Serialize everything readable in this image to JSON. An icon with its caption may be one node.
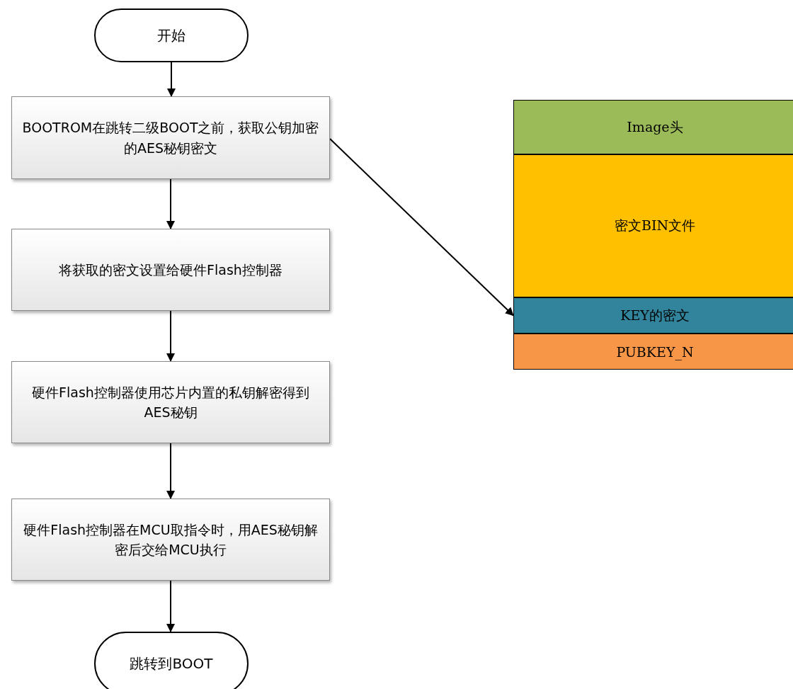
{
  "diagram": {
    "nodes": [
      {
        "text": [
          "开始"
        ]
      },
      {
        "text": [
          "BOOTROM在跳转二级BOOT之前，获取公钥加密的AES秘钥密文"
        ]
      },
      {
        "text": [
          "将获取的密文设置给硬件Flash控制器"
        ]
      },
      {
        "text": [
          "硬件Flash控制器使用芯片内置的私钥解密得到AES秘钥"
        ]
      },
      {
        "text": [
          "硬件Flash控制器在MCU取指令时，用AES秘钥解密后交给MCU执行"
        ]
      },
      {
        "text": [
          "跳转到BOOT"
        ]
      },
      {
        "text": [
          "Image头"
        ]
      },
      {
        "text": [
          "密文BIN文件"
        ]
      },
      {
        "text": [
          "KEY的密文"
        ]
      },
      {
        "text": [
          "PUBKEY_N"
        ]
      }
    ],
    "edges": [
      {
        "from": 0,
        "to": 1,
        "arrow": "to"
      },
      {
        "from": 1,
        "to": 2,
        "arrow": "to"
      },
      {
        "from": 2,
        "to": 3,
        "arrow": "to"
      },
      {
        "from": 3,
        "to": 4,
        "arrow": "to"
      },
      {
        "from": 4,
        "to": 5,
        "arrow": "to"
      },
      {
        "from": 1,
        "to": 8,
        "arrow": "to"
      }
    ]
  }
}
